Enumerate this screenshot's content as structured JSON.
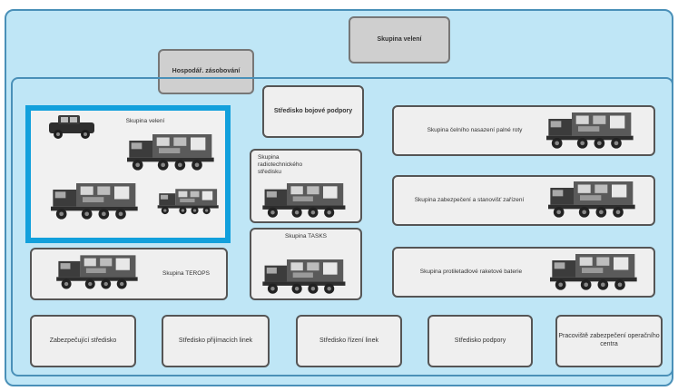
{
  "diagram": {
    "top_node": "Skupina velení",
    "admin_node": "Hospodář. zásobování",
    "center_node": "Středisko bojové podpory",
    "highlight_group": "Skupina velení",
    "bottom_left_group": "Skupina TEROPS",
    "mid_group_1": "Skupina radiotechnického středisku",
    "mid_group_2": "Skupina TASKS",
    "right_group_1": "Skupina čelního nasazení palné roty",
    "right_group_2": "Skupina zabezpečení a stanovišť zařízení",
    "right_group_3": "Skupina protiletadlové raketové baterie",
    "bottom_row": [
      "Zabezpečující středisko",
      "Středisko přijímacích linek",
      "Středisko řízení linek",
      "Středisko podpory",
      "Pracoviště zabezpečení operačního centra"
    ]
  },
  "colors": {
    "background": "#bfe6f6",
    "border": "#4a90b8",
    "highlight": "#12a0dc",
    "box": "#efefef",
    "head_box": "#cfcfcf"
  }
}
